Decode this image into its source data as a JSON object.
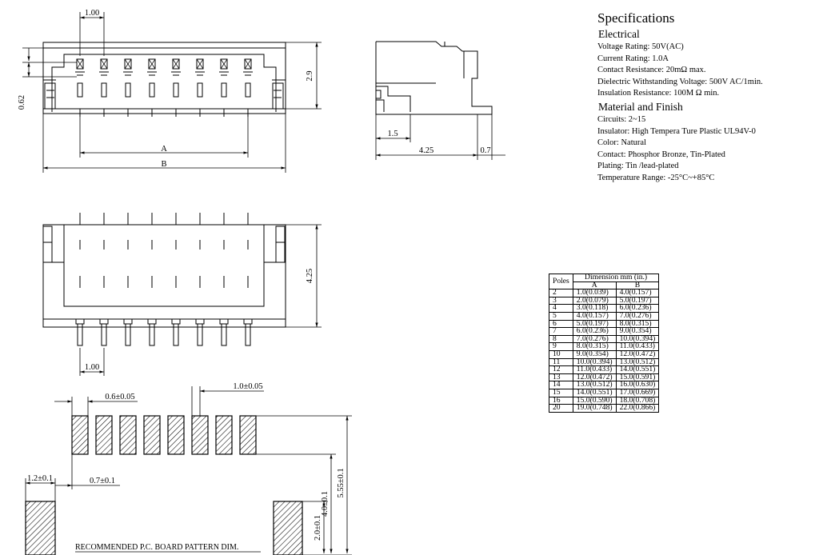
{
  "specs": {
    "title": "Specifications",
    "electrical_heading": "Electrical",
    "electrical": [
      "Voltage Rating: 50V(AC)",
      "Current Rating: 1.0A",
      "Contact Resistance: 20mΩ  max.",
      "Dielectric Withstanding Voltage: 500V AC/1min.",
      "Insulation Resistance: 100M  Ω min."
    ],
    "material_heading": "Material and Finish",
    "material": [
      "Circuits: 2~15",
      "Insulator: High Tempera Ture Plastic UL94V-0",
      "Color: Natural",
      "Contact: Phosphor Bronze, Tin-Plated",
      "Plating: Tin /lead-plated",
      "Temperature Range: -25°C~+85°C"
    ]
  },
  "table": {
    "poles_header": "Poles",
    "group_header": "Dimension mm (in.)",
    "col_a": "A",
    "col_b": "B",
    "rows": [
      [
        "2",
        "1.0(0.039)",
        "4.0(0.157)"
      ],
      [
        "3",
        "2.0(0.079)",
        "5.0(0.197)"
      ],
      [
        "4",
        "3.0(0.118)",
        "6.0(0.236)"
      ],
      [
        "5",
        "4.0(0.157)",
        "7.0(0.276)"
      ],
      [
        "6",
        "5.0(0.197)",
        "8.0(0.315)"
      ],
      [
        "7",
        "6.0(0.236)",
        "9.0(0.354)"
      ],
      [
        "8",
        "7.0(0.276)",
        "10.0(0.394)"
      ],
      [
        "9",
        "8.0(0.315)",
        "11.0(0.433)"
      ],
      [
        "10",
        "9.0(0.354)",
        "12.0(0.472)"
      ],
      [
        "11",
        "10.0(0.394)",
        "13.0(0.512)"
      ],
      [
        "12",
        "11.0(0.433)",
        "14.0(0.551)"
      ],
      [
        "13",
        "12.0(0.472)",
        "15.0(0.591)"
      ],
      [
        "14",
        "13.0(0.512)",
        "16.0(0.630)"
      ],
      [
        "15",
        "14.0(0.551)",
        "17.0(0.669)"
      ],
      [
        "16",
        "15.0(0.590)",
        "18.0(0.708)"
      ],
      [
        "20",
        "19.0(0.748)",
        "22.0(0.866)"
      ]
    ]
  },
  "dims": {
    "front_pitch": "1.00",
    "front_height": "2.9",
    "front_offset": "0.62",
    "front_a": "A",
    "front_b": "B",
    "side_depth": "1.5",
    "side_length": "4.25",
    "side_tail": "0.7",
    "top_height": "4.25",
    "top_pitch": "1.00",
    "pad_width": "0.6±0.05",
    "pad_pitch": "1.0±0.05",
    "anchor_width": "1.2±0.1",
    "anchor_gap": "0.7±0.1",
    "anchor_height": "2.0±0.1",
    "pad_to_anchor": "4.0±0.1",
    "overall_height": "5.55±0.1",
    "pcb_caption": "RECOMMENDED P.C. BOARD PATTERN DIM."
  }
}
